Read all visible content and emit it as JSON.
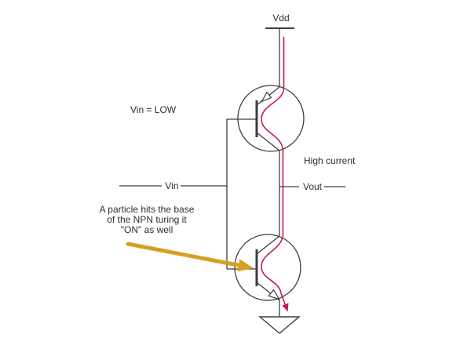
{
  "diagram": {
    "vdd_label": "Vdd",
    "vin_state_label": "Vin = LOW",
    "vin_label": "Vin",
    "vout_label": "Vout",
    "high_current_label": "High current",
    "annotation": {
      "lines": [
        "A particle hits the base",
        "of the NPN turing it",
        "\"ON\" as well"
      ]
    }
  },
  "colors": {
    "wire": "#3d3d3d",
    "text": "#2f2f2f",
    "current_path": "#c21f45",
    "annotation_arrow": "#d7a022",
    "background": "#ffffff"
  }
}
